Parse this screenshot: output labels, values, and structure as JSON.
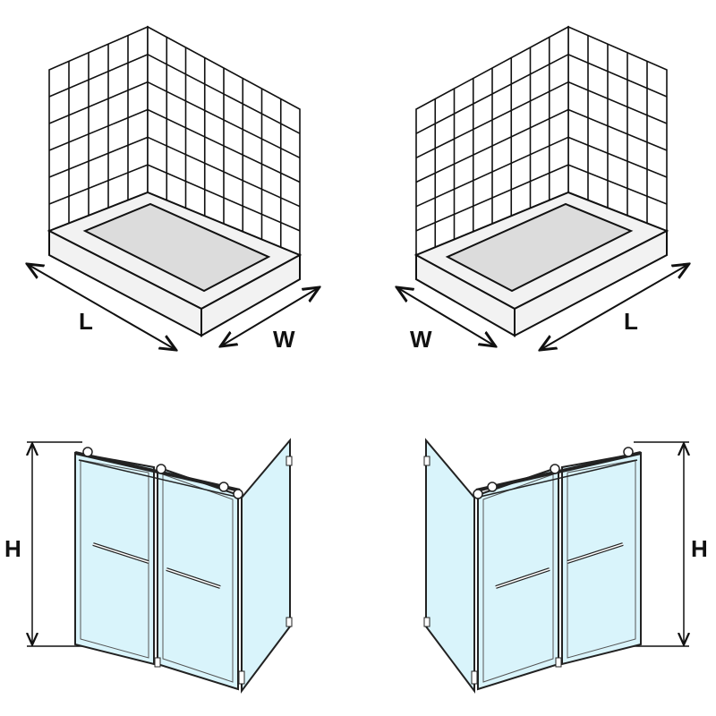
{
  "top_left": {
    "length_label": "L",
    "width_label": "W"
  },
  "top_right": {
    "length_label": "L",
    "width_label": "W"
  },
  "bottom_left": {
    "height_label": "H"
  },
  "bottom_right": {
    "height_label": "H"
  },
  "colors": {
    "glass": "#d9f4fb",
    "tray": "#f2f2f2",
    "floor": "#dcdcdc",
    "line": "#111111"
  }
}
